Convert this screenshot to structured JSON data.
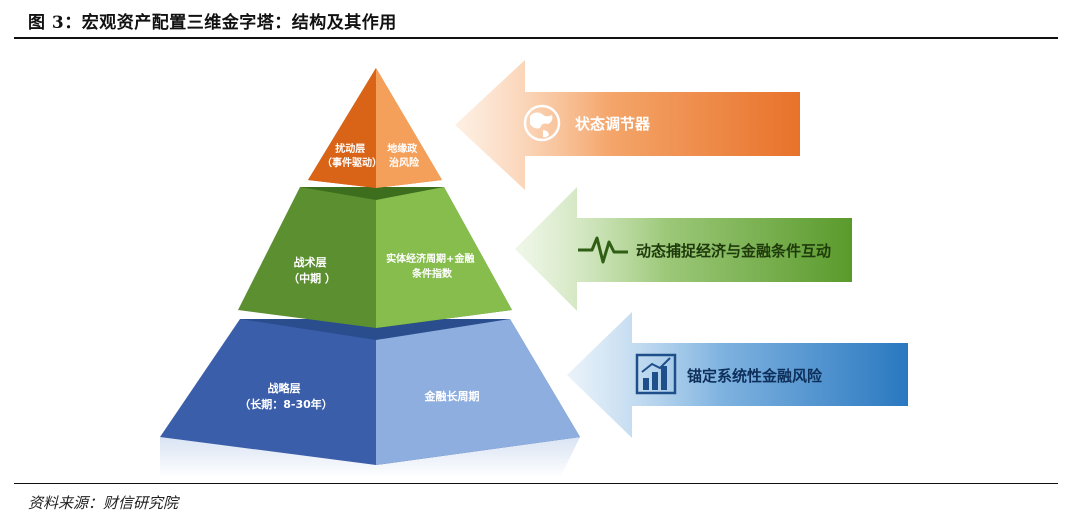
{
  "figure": {
    "title": "图 3：宏观资产配置三维金字塔：结构及其作用",
    "source": "资料来源：财信研究院"
  },
  "pyramid": {
    "top": {
      "left_lines": [
        "扰动层",
        "（事件驱动）"
      ],
      "right_lines": [
        "地缘政",
        "治风险"
      ]
    },
    "middle": {
      "left_lines": [
        "战术层",
        "（中期 ）"
      ],
      "right_lines": [
        "实体经济周期+金融",
        "条件指数"
      ]
    },
    "bottom": {
      "left_lines": [
        "战略层",
        "（长期：8-30年）"
      ],
      "right_lines": [
        "金融长周期"
      ]
    }
  },
  "arrows": [
    {
      "label": "状态调节器",
      "icon": "globe-icon",
      "color": "#e8782a"
    },
    {
      "label": "动态捕捉经济与金融条件互动",
      "icon": "pulse-icon",
      "color": "#5b9a2e"
    },
    {
      "label": "锚定系统性金融风险",
      "icon": "bar-chart-icon",
      "color": "#2f7ec3"
    }
  ],
  "colors": {
    "orange_dark": "#d96418",
    "orange_light": "#f5a05a",
    "green_dark": "#5b8f30",
    "green_light": "#86bd4d",
    "blue_dark": "#3b5eab",
    "blue_light": "#8eaee0"
  }
}
